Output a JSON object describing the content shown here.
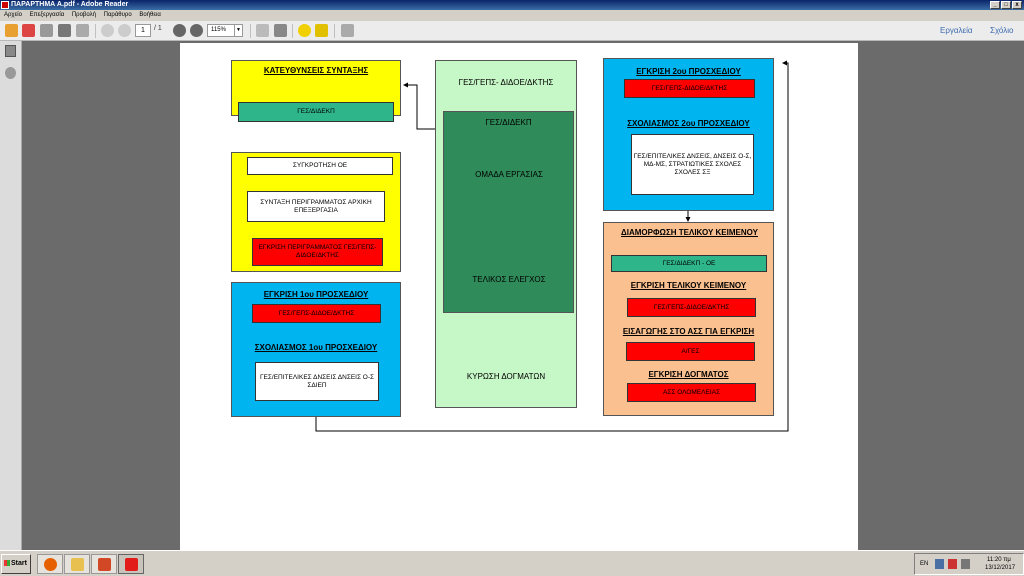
{
  "window": {
    "title": "ΠΑΡΑΡΤΗΜΑ Α.pdf - Adobe Reader"
  },
  "menu": [
    "Αρχείο",
    "Επεξεργασία",
    "Προβολή",
    "Παράθυρο",
    "Βοήθεια"
  ],
  "toolbar": {
    "page_current": "1",
    "page_total": "/ 1",
    "zoom": "115%",
    "tools_label": "Εργαλεία",
    "comment_label": "Σχόλιο"
  },
  "flowchart": {
    "guidance": {
      "title": "ΚΑΤΕΥΘΥΝΣΕΙΣ ΣΥΝΤΑΞΗΣ",
      "sub": "ΓΕΣ/ΔΙΔΕΚΠ"
    },
    "compose": {
      "step1": "ΣΥΓΚΡΟΤΗΣΗ ΟΕ",
      "step2": "ΣΥΝΤΑΞΗ ΠΕΡΙΓΡΑΜΜΑΤΟΣ ΑΡΧΙΚΗ ΕΠΕΞΕΡΓΑΣΙΑ",
      "step3": "ΕΓΚΡΙΣΗ ΠΕΡΙΓΡΑΜΜΑΤΟΣ ΓΕΣ/ΓΕΠΣ-ΔΙΔΟΕ/ΔΚΤΗΣ"
    },
    "draft1": {
      "title": "ΕΓΚΡΙΣΗ 1ου ΠΡΟΣΧΕΔΙΟΥ",
      "approver": "ΓΕΣ/ΓΕΠΣ-ΔΙΔΟΕ/ΔΚΤΗΣ",
      "comment_title": "ΣΧΟΛΙΑΣΜΟΣ 1ου ΠΡΟΣΧΕΔΙΟΥ",
      "commenters": "ΓΕΣ/ΕΠΙΤΕΛΙΚΕΣ ΔΝΣΕΙΣ ΔΝΣΕΙΣ Ο-Σ ΣΔΙΕΠ"
    },
    "center": {
      "top": "ΓΕΣ/ΓΕΠΣ- ΔΙΔΟΕ/ΔΚΤΗΣ",
      "inner_top": "ΓΕΣ/ΔΙΔΕΚΠ",
      "group": "ΟΜΑΔΑ ΕΡΓΑΣΙΑΣ",
      "final_check": "ΤΕΛΙΚΟΣ ΕΛΕΓΧΟΣ",
      "ratify": "ΚΥΡΩΣΗ ΔΟΓΜΑΤΩΝ"
    },
    "draft2": {
      "title": "ΕΓΚΡΙΣΗ 2ου ΠΡΟΣΧΕΔΙΟΥ",
      "approver": "ΓΕΣ/ΓΕΠΣ-ΔΙΔΟΕ/ΔΚΤΗΣ",
      "comment_title": "ΣΧΟΛΙΑΣΜΟΣ 2ου ΠΡΟΣΧΕΔΙΟΥ",
      "commenters": "ΓΕΣ/ΕΠΙΤΕΛΙΚΕΣ ΔΝΣΕΙΣ, ΔΝΣΕΙΣ Ο-Σ, ΜΔ-ΜΣ, ΣΤΡΑΤΙΩΤΙΚΕΣ ΣΧΟΛΕΣ ΣΧΟΛΕΣ ΣΞ"
    },
    "final": {
      "title": "ΔΙΑΜΟΡΦΩΣΗ ΤΕΛΙΚΟΥ ΚΕΙΜΕΝΟΥ",
      "team": "ΓΕΣ/ΔΙΔΕΚΠ - ΟΕ",
      "approve_title": "ΕΓΚΡΙΣΗ ΤΕΛΙΚΟΥ ΚΕΙΜΕΝΟΥ",
      "approver": "ΓΕΣ/ΓΕΠΣ-ΔΙΔΟΕ/ΔΚΤΗΣ",
      "submit_title": "ΕΙΣΑΓΩΓΗΣ ΣΤΟ ΑΣΣ ΓΙΑ ΕΓΚΡΙΣΗ",
      "submitter": "Α/ΓΕΣ",
      "doctrine_title": "ΕΓΚΡΙΣΗ ΔΟΓΜΑΤΟΣ",
      "doctrine_body": "ΑΣΣ ΟΛΟΜΕΛΕΙΑΣ"
    }
  },
  "taskbar": {
    "start": "Start",
    "lang": "EN",
    "time": "11:20 πμ",
    "date": "13/12/2017"
  }
}
